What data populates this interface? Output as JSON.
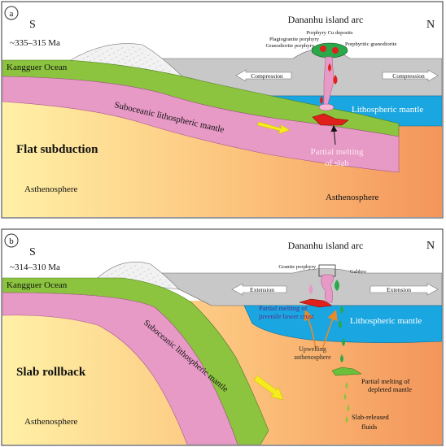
{
  "panel_a": {
    "letter": "a",
    "south": "S",
    "north": "N",
    "age": "~335–315 Ma",
    "arc_title": "Dananhu island arc",
    "porphyry_cu": "Porphyry Cu deposits",
    "plagiogranite": "Plagiogranite porphyry",
    "granodiorite": "Granodiorite porphyry",
    "porphyritic_granodiorite": "Porphyritic granodiorite",
    "ocean": "Kangguer Ocean",
    "compression_left": "Compression",
    "compression_right": "Compression",
    "lith_mantle": "Lithospheric mantle",
    "suboceanic": "Suboceanic lithospheric mantle",
    "partial_melting": "Partial melting",
    "of_slab": "of slab",
    "process": "Flat subduction",
    "asth_left": "Asthenosphere",
    "asth_right": "Asthenosphere"
  },
  "panel_b": {
    "letter": "b",
    "south": "S",
    "north": "N",
    "age": "~314–310 Ma",
    "arc_title": "Dananhu island arc",
    "granite_porphyry": "Granite porphyry",
    "gabbro": "Gabbro",
    "ocean": "Kangguer Ocean",
    "extension_left": "Extension",
    "extension_right": "Extension",
    "pm_juvenile_1": "Partial melting of",
    "pm_juvenile_2": "juvenile lower crust",
    "lith_mantle": "Lithospheric mantle",
    "upwelling_1": "Upwelling",
    "upwelling_2": "asthenosphere",
    "process": "Slab rollback",
    "suboceanic": "Suboceanic lithospheric mantle",
    "pm_depleted_1": "Partial melting of",
    "pm_depleted_2": "depleted mantle",
    "slab_fluids_1": "Slab-released",
    "slab_fluids_2": "fluids",
    "asth_left": "Asthenosphere"
  },
  "colors": {
    "crust_gray": "#c8c8c8",
    "oceanic_crust_green": "#8cc43f",
    "slab_mantle_pink": "#e79ac6",
    "lith_mantle_blue": "#1aa6e0",
    "asthenosphere_yellow": "#fde68a",
    "asthenosphere_orange": "#f59a5a",
    "melt_red": "#e0201b",
    "arrow_yellow": "#f4ec1c"
  }
}
